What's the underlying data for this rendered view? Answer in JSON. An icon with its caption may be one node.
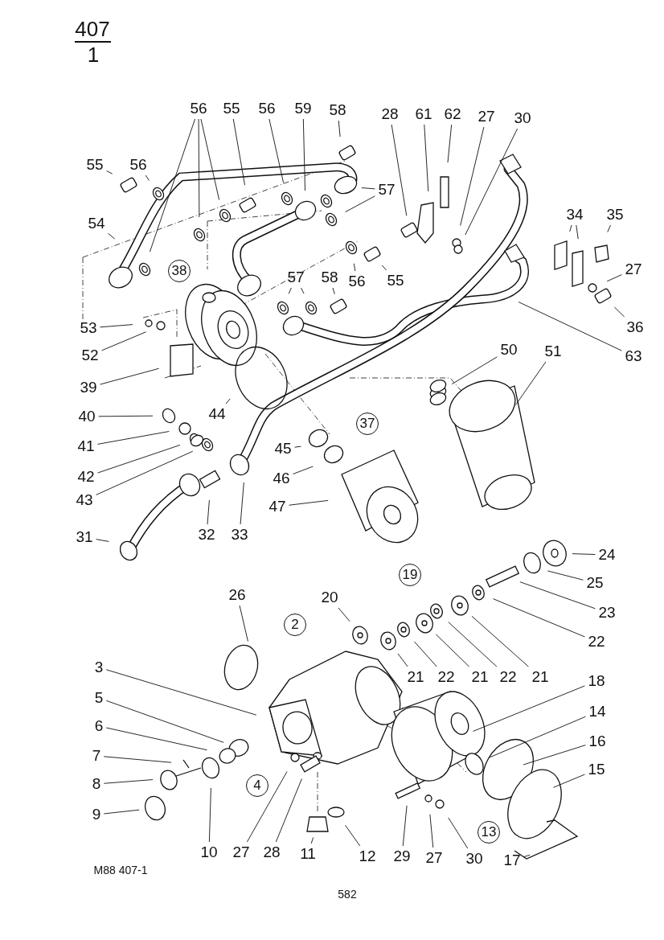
{
  "diagram": {
    "nodes": [
      {
        "text": [
          "56"
        ]
      },
      {
        "text": [
          "55"
        ]
      },
      {
        "text": [
          "56"
        ]
      },
      {
        "text": [
          "59"
        ]
      },
      {
        "text": [
          "58"
        ]
      },
      {
        "text": [
          "28"
        ]
      },
      {
        "text": [
          "61"
        ]
      },
      {
        "text": [
          "62"
        ]
      },
      {
        "text": [
          "27"
        ]
      },
      {
        "text": [
          "30"
        ]
      },
      {
        "text": [
          "55"
        ]
      },
      {
        "text": [
          "56"
        ]
      },
      {
        "text": [
          "57"
        ]
      },
      {
        "text": [
          "54"
        ]
      },
      {
        "text": [
          "38"
        ]
      },
      {
        "text": [
          "34"
        ]
      },
      {
        "text": [
          "35"
        ]
      },
      {
        "text": [
          "57"
        ]
      },
      {
        "text": [
          "58"
        ]
      },
      {
        "text": [
          "56"
        ]
      },
      {
        "text": [
          "55"
        ]
      },
      {
        "text": [
          "27"
        ]
      },
      {
        "text": [
          "53"
        ]
      },
      {
        "text": [
          "36"
        ]
      },
      {
        "text": [
          "52"
        ]
      },
      {
        "text": [
          "50"
        ]
      },
      {
        "text": [
          "51"
        ]
      },
      {
        "text": [
          "63"
        ]
      },
      {
        "text": [
          "39"
        ]
      },
      {
        "text": [
          "44"
        ]
      },
      {
        "text": [
          "40"
        ]
      },
      {
        "text": [
          "37"
        ]
      },
      {
        "text": [
          "41"
        ]
      },
      {
        "text": [
          "45"
        ]
      },
      {
        "text": [
          "42"
        ]
      },
      {
        "text": [
          "46"
        ]
      },
      {
        "text": [
          "43"
        ]
      },
      {
        "text": [
          "47"
        ]
      },
      {
        "text": [
          "32"
        ]
      },
      {
        "text": [
          "33"
        ]
      },
      {
        "text": [
          "31"
        ]
      },
      {
        "text": [
          "24"
        ]
      },
      {
        "text": [
          "19"
        ]
      },
      {
        "text": [
          "25"
        ]
      },
      {
        "text": [
          "20"
        ]
      },
      {
        "text": [
          "26"
        ]
      },
      {
        "text": [
          "23"
        ]
      },
      {
        "text": [
          "2"
        ]
      },
      {
        "text": [
          "22"
        ]
      },
      {
        "text": [
          "3"
        ]
      },
      {
        "text": [
          "21"
        ]
      },
      {
        "text": [
          "22"
        ]
      },
      {
        "text": [
          "21"
        ]
      },
      {
        "text": [
          "22"
        ]
      },
      {
        "text": [
          "21"
        ]
      },
      {
        "text": [
          "18"
        ]
      },
      {
        "text": [
          "5"
        ]
      },
      {
        "text": [
          "14"
        ]
      },
      {
        "text": [
          "6"
        ]
      },
      {
        "text": [
          "16"
        ]
      },
      {
        "text": [
          "7"
        ]
      },
      {
        "text": [
          "15"
        ]
      },
      {
        "text": [
          "8"
        ]
      },
      {
        "text": [
          "4"
        ]
      },
      {
        "text": [
          "9"
        ]
      },
      {
        "text": [
          "13"
        ]
      },
      {
        "text": [
          "10"
        ]
      },
      {
        "text": [
          "27"
        ]
      },
      {
        "text": [
          "28"
        ]
      },
      {
        "text": [
          "11"
        ]
      },
      {
        "text": [
          "12"
        ]
      },
      {
        "text": [
          "29"
        ]
      },
      {
        "text": [
          "27"
        ]
      },
      {
        "text": [
          "30"
        ]
      },
      {
        "text": [
          "17"
        ]
      }
    ],
    "edges": [
      {
        "from": 0,
        "to": null,
        "arrow": "none"
      },
      {
        "from": 0,
        "to": null,
        "arrow": "none"
      },
      {
        "from": 0,
        "to": null,
        "arrow": "none"
      },
      {
        "from": 1,
        "to": null,
        "arrow": "none"
      },
      {
        "from": 2,
        "to": null,
        "arrow": "none"
      },
      {
        "from": 3,
        "to": null,
        "arrow": "none"
      },
      {
        "from": 4,
        "to": null,
        "arrow": "none"
      },
      {
        "from": 5,
        "to": null,
        "arrow": "none"
      },
      {
        "from": 6,
        "to": null,
        "arrow": "none"
      },
      {
        "from": 7,
        "to": null,
        "arrow": "none"
      },
      {
        "from": 8,
        "to": null,
        "arrow": "none"
      },
      {
        "from": 9,
        "to": null,
        "arrow": "none"
      },
      {
        "from": 10,
        "to": null,
        "arrow": "none"
      },
      {
        "from": 11,
        "to": null,
        "arrow": "none"
      },
      {
        "from": 12,
        "to": null,
        "arrow": "none"
      },
      {
        "from": 12,
        "to": null,
        "arrow": "none"
      },
      {
        "from": 13,
        "to": null,
        "arrow": "none"
      },
      {
        "from": 15,
        "to": null,
        "arrow": "none"
      },
      {
        "from": 15,
        "to": null,
        "arrow": "none"
      },
      {
        "from": 16,
        "to": null,
        "arrow": "none"
      },
      {
        "from": 17,
        "to": null,
        "arrow": "none"
      },
      {
        "from": 17,
        "to": null,
        "arrow": "none"
      },
      {
        "from": 18,
        "to": null,
        "arrow": "none"
      },
      {
        "from": 19,
        "to": null,
        "arrow": "none"
      },
      {
        "from": 20,
        "to": null,
        "arrow": "none"
      },
      {
        "from": 21,
        "to": null,
        "arrow": "none"
      },
      {
        "from": 22,
        "to": null,
        "arrow": "none"
      },
      {
        "from": 23,
        "to": null,
        "arrow": "none"
      },
      {
        "from": 24,
        "to": null,
        "arrow": "none"
      },
      {
        "from": 25,
        "to": null,
        "arrow": "none"
      },
      {
        "from": 26,
        "to": null,
        "arrow": "none"
      },
      {
        "from": 27,
        "to": null,
        "arrow": "none"
      },
      {
        "from": 28,
        "to": null,
        "arrow": "none"
      },
      {
        "from": 29,
        "to": null,
        "arrow": "none"
      },
      {
        "from": 30,
        "to": null,
        "arrow": "none"
      },
      {
        "from": 32,
        "to": null,
        "arrow": "none"
      },
      {
        "from": 33,
        "to": null,
        "arrow": "none"
      },
      {
        "from": 34,
        "to": null,
        "arrow": "none"
      },
      {
        "from": 35,
        "to": null,
        "arrow": "none"
      },
      {
        "from": 36,
        "to": null,
        "arrow": "none"
      },
      {
        "from": 37,
        "to": null,
        "arrow": "none"
      },
      {
        "from": 38,
        "to": null,
        "arrow": "none"
      },
      {
        "from": 39,
        "to": null,
        "arrow": "none"
      },
      {
        "from": 40,
        "to": null,
        "arrow": "none"
      },
      {
        "from": 41,
        "to": null,
        "arrow": "none"
      },
      {
        "from": 43,
        "to": null,
        "arrow": "none"
      },
      {
        "from": 44,
        "to": null,
        "arrow": "none"
      },
      {
        "from": 45,
        "to": null,
        "arrow": "none"
      },
      {
        "from": 46,
        "to": null,
        "arrow": "none"
      },
      {
        "from": 48,
        "to": null,
        "arrow": "none"
      },
      {
        "from": 49,
        "to": null,
        "arrow": "none"
      },
      {
        "from": 50,
        "to": null,
        "arrow": "none"
      },
      {
        "from": 51,
        "to": null,
        "arrow": "none"
      },
      {
        "from": 52,
        "to": null,
        "arrow": "none"
      },
      {
        "from": 53,
        "to": null,
        "arrow": "none"
      },
      {
        "from": 54,
        "to": null,
        "arrow": "none"
      },
      {
        "from": 55,
        "to": null,
        "arrow": "none"
      },
      {
        "from": 56,
        "to": null,
        "arrow": "none"
      },
      {
        "from": 57,
        "to": null,
        "arrow": "none"
      },
      {
        "from": 58,
        "to": null,
        "arrow": "none"
      },
      {
        "from": 59,
        "to": null,
        "arrow": "none"
      },
      {
        "from": 60,
        "to": null,
        "arrow": "none"
      },
      {
        "from": 61,
        "to": null,
        "arrow": "none"
      },
      {
        "from": 62,
        "to": null,
        "arrow": "none"
      },
      {
        "from": 64,
        "to": null,
        "arrow": "none"
      },
      {
        "from": 66,
        "to": null,
        "arrow": "none"
      },
      {
        "from": 67,
        "to": null,
        "arrow": "none"
      },
      {
        "from": 68,
        "to": null,
        "arrow": "none"
      },
      {
        "from": 69,
        "to": null,
        "arrow": "none"
      },
      {
        "from": 70,
        "to": null,
        "arrow": "none"
      },
      {
        "from": 71,
        "to": null,
        "arrow": "none"
      },
      {
        "from": 72,
        "to": null,
        "arrow": "none"
      },
      {
        "from": 73,
        "to": null,
        "arrow": "none"
      },
      {
        "from": 74,
        "to": null,
        "arrow": "none"
      }
    ],
    "labels": [
      "407",
      "1",
      "M88 407-1",
      "582"
    ]
  }
}
